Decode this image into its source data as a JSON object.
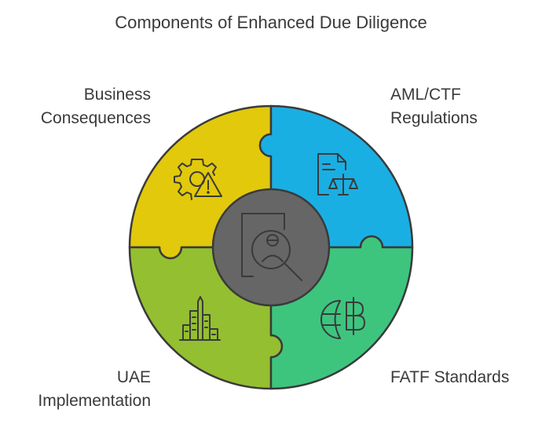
{
  "title": "Components of Enhanced Due Diligence",
  "segments": [
    {
      "id": "business-consequences",
      "lines": [
        "Business",
        "Consequences"
      ],
      "color": "#E2C90B",
      "icon": "gear-warning-icon"
    },
    {
      "id": "aml-ctf-regulations",
      "lines": [
        "AML/CTF",
        "Regulations"
      ],
      "color": "#1AAFE3",
      "icon": "document-scale-icon"
    },
    {
      "id": "uae-implementation",
      "lines": [
        "UAE",
        "Implementation"
      ],
      "color": "#94BF30",
      "icon": "city-buildings-icon"
    },
    {
      "id": "fatf-standards",
      "lines": [
        "FATF Standards"
      ],
      "color": "#3DC57E",
      "icon": "globe-baht-icon"
    }
  ],
  "center": {
    "color": "#666666",
    "icon": "person-search-icon"
  }
}
